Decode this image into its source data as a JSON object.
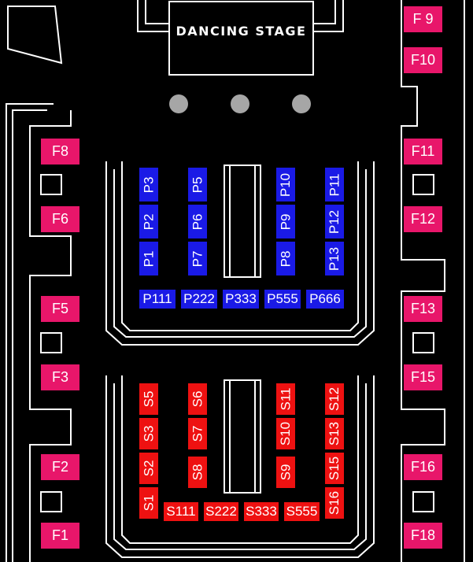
{
  "stage": {
    "label": "DANCING STAGE"
  },
  "colors": {
    "background": "#000000",
    "line": "#ffffff",
    "f_seat": "#e8166a",
    "p_seat": "#1a1ae6",
    "s_seat": "#ee1111",
    "speaker": "#a6a6a6"
  },
  "f_seats": [
    "F 9",
    "F10",
    "F8",
    "F11",
    "F6",
    "F12",
    "F5",
    "F13",
    "F3",
    "F15",
    "F2",
    "F16",
    "F1",
    "F18"
  ],
  "p_seats": [
    "P3",
    "P2",
    "P1",
    "P5",
    "P6",
    "P7",
    "P10",
    "P9",
    "P8",
    "P11",
    "P12",
    "P13",
    "P111",
    "P222",
    "P333",
    "P555",
    "P666"
  ],
  "s_seats": [
    "S5",
    "S3",
    "S2",
    "S1",
    "S6",
    "S7",
    "S8",
    "S11",
    "S10",
    "S9",
    "S12",
    "S13",
    "S15",
    "S16",
    "S111",
    "S222",
    "S333",
    "S555"
  ]
}
